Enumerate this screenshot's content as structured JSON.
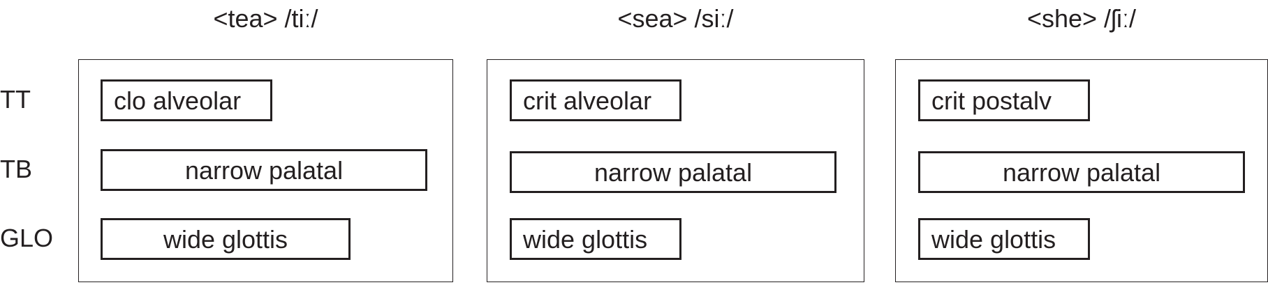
{
  "row_labels": [
    "TT",
    "TB",
    "GLO"
  ],
  "panels": [
    {
      "title": "<tea> /tiː/",
      "gestures": [
        "clo alveolar",
        "narrow palatal",
        "wide glottis"
      ]
    },
    {
      "title": "<sea> /siː/",
      "gestures": [
        "crit alveolar",
        "narrow palatal",
        "wide glottis"
      ]
    },
    {
      "title": "<she> /ʃiː/",
      "gestures": [
        "crit postalv",
        "narrow palatal",
        "wide glottis"
      ]
    }
  ]
}
